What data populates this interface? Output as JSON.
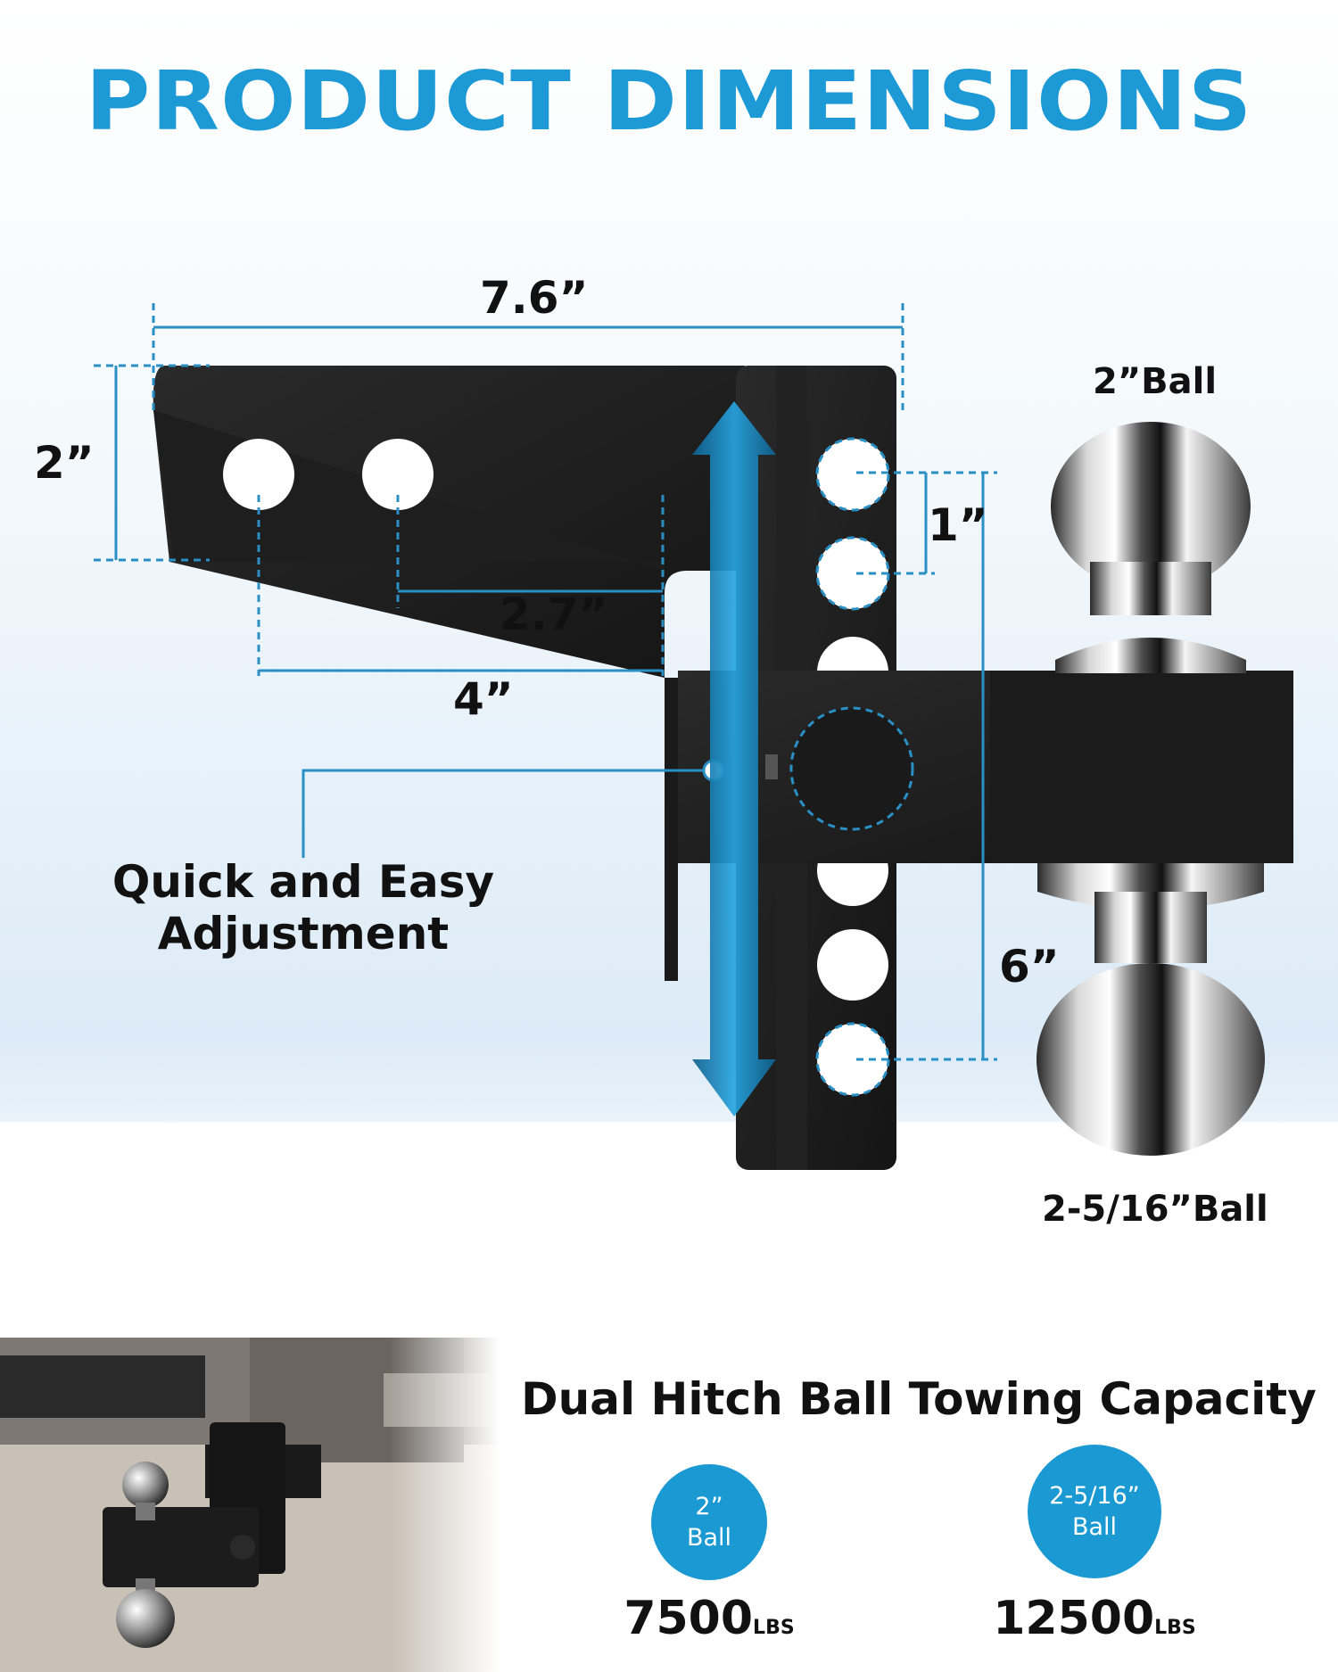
{
  "title": "PRODUCT DIMENSIONS",
  "dimensions": {
    "overall_length": "7.6”",
    "shank_height": "2”",
    "hole_spacing": "1”",
    "hole_to_drop": "2.7”",
    "hole_to_drop_far": "4”",
    "rise_drop": "6”"
  },
  "callout": {
    "line1": "Quick and Easy",
    "line2": "Adjustment"
  },
  "ball_labels": {
    "top": "2”Ball",
    "bottom": "2-5/16”Ball"
  },
  "capacity": {
    "title": "Dual Hitch Ball Towing Capacity",
    "items": [
      {
        "badge_line1": "2”",
        "badge_line2": "Ball",
        "value": "7500",
        "unit": "LBS"
      },
      {
        "badge_line1": "2-5/16”",
        "badge_line2": "Ball",
        "value": "12500",
        "unit": "LBS"
      }
    ]
  },
  "colors": {
    "accent": "#1d9ad6",
    "dimension_line": "#2a8fc4",
    "metal": "#1c1c1c",
    "text": "#111111"
  }
}
